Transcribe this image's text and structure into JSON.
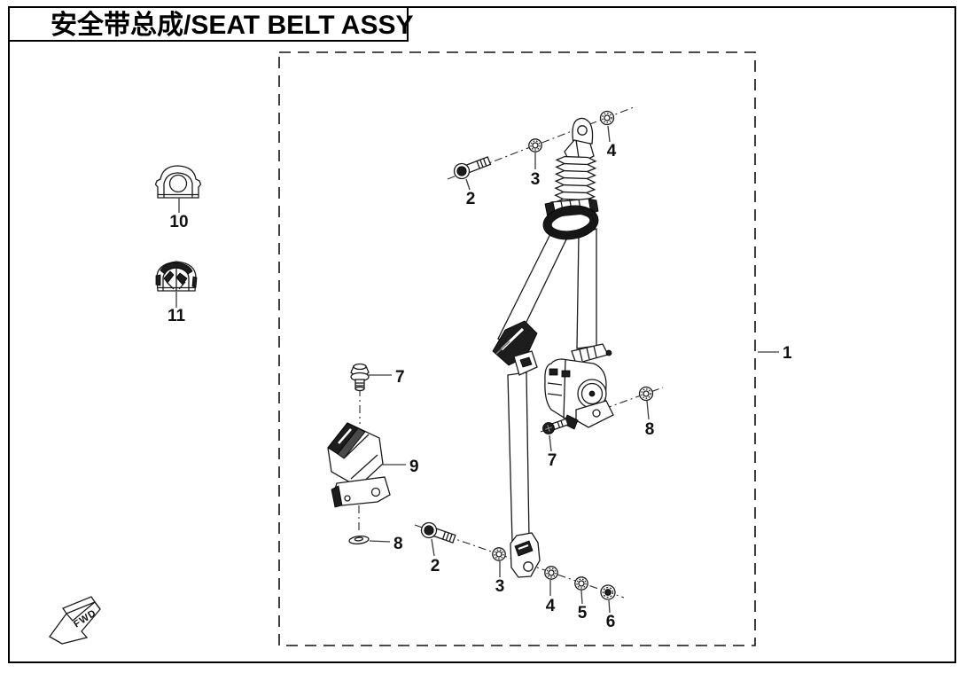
{
  "title": "安全带总成/SEAT BELT ASSY",
  "fwd_marker": "FWD",
  "colors": {
    "line": "#1a1a1a",
    "background": "#ffffff"
  },
  "callouts": {
    "c1": "1",
    "c2_top": "2",
    "c3_top": "3",
    "c4_top": "4",
    "c7_left": "7",
    "c9": "9",
    "c8_left": "8",
    "c7_right": "7",
    "c8_right": "8",
    "c2_bottom": "2",
    "c3_bottom": "3",
    "c4_bottom": "4",
    "c5_bottom": "5",
    "c6_bottom": "6",
    "c10": "10",
    "c11": "11"
  }
}
